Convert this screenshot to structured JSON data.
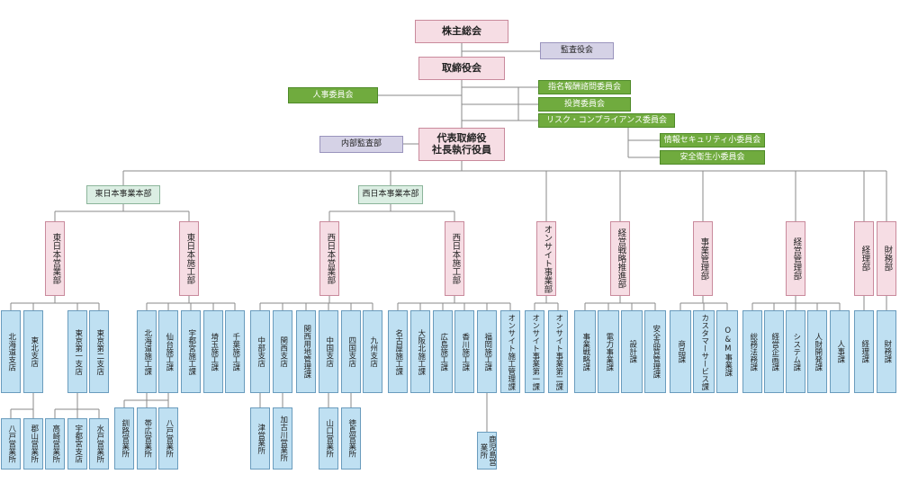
{
  "top": {
    "shareholders": "株主総会",
    "auditors": "監査役会",
    "board": "取締役会",
    "hr_committee": "人事委員会",
    "nomination_committee": "指名報酬諮問委員会",
    "investment_committee": "投資委員会",
    "risk_committee": "リスク・コンプライアンス委員会",
    "infosec_subcommittee": "情報セキュリティ小委員会",
    "safety_subcommittee": "安全衛生小委員会",
    "internal_audit": "内部監査部",
    "ceo_line1": "代表取締役",
    "ceo_line2": "社長執行役員"
  },
  "divisions": {
    "east": "東日本事業本部",
    "west": "西日本事業本部"
  },
  "departments": {
    "east_sales": "東日本営業部",
    "east_construction": "東日本施工部",
    "west_sales": "西日本営業部",
    "west_construction": "西日本施工部",
    "onsite": "オンサイト事業部",
    "strategy": "経営戦略推進部",
    "business_mgmt": "事業管理部",
    "mgmt": "経営管理部",
    "accounting": "経理部",
    "finance": "財務部"
  },
  "units": {
    "hokkaido_branch": "北海道支店",
    "tohoku_branch": "東北支店",
    "tokyo1_branch": "東京第一支店",
    "tokyo2_branch": "東京第二支店",
    "hokkaido_construction": "北海道施工課",
    "sendai_construction": "仙台施工課",
    "utsunomiya_construction": "宇都宮施工課",
    "saitama_construction": "埼玉施工課",
    "chiba_construction": "千葉施工課",
    "chubu_branch": "中部支店",
    "kansai_branch": "関西支店",
    "kansai_land": "関西用地管理課",
    "chugoku_branch": "中国支店",
    "shikoku_branch": "四国支店",
    "kyushu_branch": "九州支店",
    "nagoya_construction": "名古屋施工課",
    "osaka_north_construction": "大阪北施工課",
    "hiroshima_construction": "広島施工課",
    "kagawa_construction": "香川施工課",
    "fukuoka_construction": "福岡施工課",
    "onsite_construction_mgmt": "オンサイト施工管理課",
    "onsite_business1": "オンサイト事業第一課",
    "onsite_business2": "オンサイト事業第二課",
    "business_strategy": "事業戦略課",
    "power_business": "電力事業課",
    "design": "設計課",
    "safety_quality": "安全品質管理課",
    "products": "商品課",
    "customer_service": "カスタマーサービス課",
    "om_business": "O&M事業課",
    "general_legal": "総務法務課",
    "corporate_planning": "経営企画課",
    "system": "システム課",
    "hr_development": "人財開発課",
    "personnel": "人事課",
    "accounting_sec": "経理課",
    "finance_sec": "財務課"
  },
  "offices": {
    "hachinohe_sales": "八戸営業所",
    "koriyama_sales": "郡山営業所",
    "takasaki_sales": "高崎営業所",
    "utsunomiya_branch_office": "宇都宮支店",
    "mito_sales": "水戸営業所",
    "kushiro_sales": "釧路営業所",
    "obihiro_sales": "帯広営業所",
    "hachinohe_office": "八戸営業所",
    "tsu_sales": "津営業所",
    "kakogawa_sales": "加古川営業所",
    "yamaguchi_sales": "山口営業所",
    "tokushima_sales": "徳島営業所",
    "kagoshima_sales": "鹿児島営業所"
  },
  "colors": {
    "line": "#8a8a8a",
    "pink": "#f6dde4",
    "lavender": "#d5d2e6",
    "green": "#70ab3e",
    "mint": "#dbeee3",
    "blue": "#bfe0f2"
  }
}
